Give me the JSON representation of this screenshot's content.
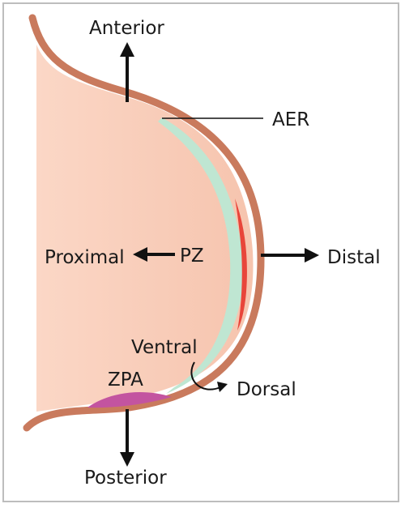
{
  "labels": {
    "anterior": "Anterior",
    "posterior": "Posterior",
    "proximal": "Proximal",
    "distal": "Distal",
    "aer": "AER",
    "pz": "PZ",
    "ventral": "Ventral",
    "dorsal": "Dorsal",
    "zpa": "ZPA"
  },
  "colors": {
    "mesenchyme": "#f9cdb8",
    "ectoderm": "#c97a5d",
    "aer_band": "#e8453a",
    "progress_zone": "#bfe6d2",
    "zpa": "#c354a0",
    "arrow": "#111111",
    "frame": "#bdbdbd"
  }
}
